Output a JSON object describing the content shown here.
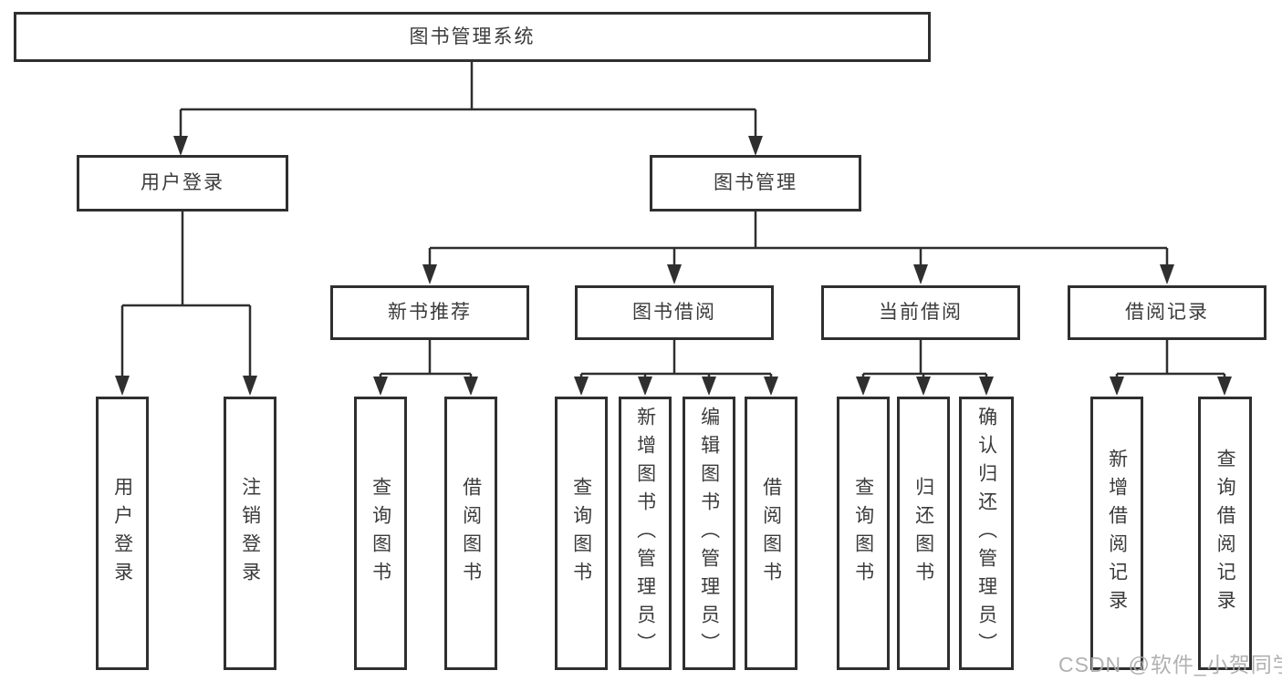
{
  "diagram_title": "图书管理系统",
  "watermark": "CSDN @软件_小贺同学",
  "colors": {
    "line": "#2f2f2f",
    "box_border": "#2f2f2f",
    "box_background": "#ffffff",
    "text": "#3b3b3b",
    "watermark": "#a9a9a9",
    "background": "#ffffff"
  },
  "tree": {
    "root": {
      "label": "图书管理系统"
    },
    "branches": [
      {
        "label": "用户登录",
        "children": [
          {
            "label": "用户登录"
          },
          {
            "label": "注销登录"
          }
        ]
      },
      {
        "label": "图书管理",
        "children": [
          {
            "label": "新书推荐",
            "children": [
              {
                "label": "查询图书"
              },
              {
                "label": "借阅图书"
              }
            ]
          },
          {
            "label": "图书借阅",
            "children": [
              {
                "label": "查询图书"
              },
              {
                "label": "新增图书（管理员）"
              },
              {
                "label": "编辑图书（管理员）"
              },
              {
                "label": "借阅图书"
              }
            ]
          },
          {
            "label": "当前借阅",
            "children": [
              {
                "label": "查询图书"
              },
              {
                "label": "归还图书"
              },
              {
                "label": "确认归还（管理员）"
              }
            ]
          },
          {
            "label": "借阅记录",
            "children": [
              {
                "label": "新增借阅记录"
              },
              {
                "label": "查询借阅记录"
              }
            ]
          }
        ]
      }
    ]
  }
}
